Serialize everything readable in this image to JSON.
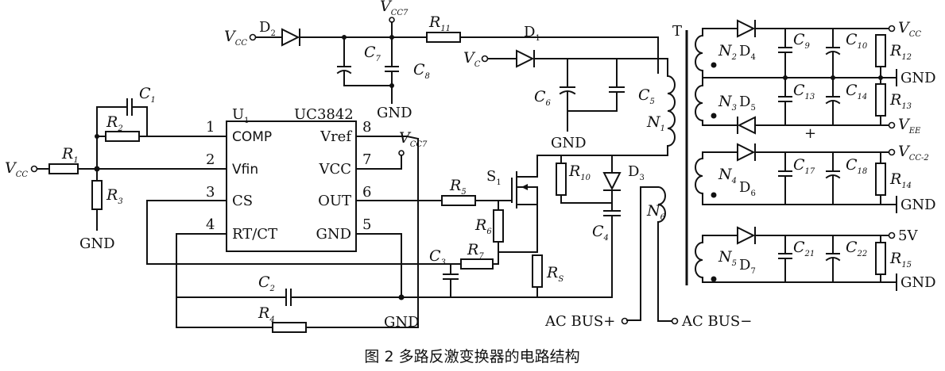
{
  "figure": {
    "caption": "图 2    多路反激变换器的电路结构"
  },
  "ic": {
    "name": "U",
    "name_sub": "1",
    "part": "UC3842",
    "pins": {
      "p1": {
        "num": "1",
        "label": "COMP"
      },
      "p2": {
        "num": "2",
        "label": "Vfin"
      },
      "p3": {
        "num": "3",
        "label": "CS"
      },
      "p4": {
        "num": "4",
        "label": "RT/CT"
      },
      "p5": {
        "num": "5",
        "label": "GND"
      },
      "p6": {
        "num": "6",
        "label": "OUT"
      },
      "p7": {
        "num": "7",
        "label": "VCC"
      },
      "p8": {
        "num": "8",
        "label": "Vref"
      }
    }
  },
  "labels": {
    "vcc_in": {
      "main": "V",
      "sub": "CC"
    },
    "vcc_d2": {
      "main": "V",
      "sub": "CC"
    },
    "vcc7_top": {
      "main": "V",
      "sub": "CC7"
    },
    "vcc7_ic": {
      "main": "V",
      "sub": "CC7"
    },
    "vc": {
      "main": "V",
      "sub": "C"
    },
    "out_vcc": {
      "main": "V",
      "sub": "CC"
    },
    "out_vee": {
      "main": "V",
      "sub": "EE"
    },
    "out_vcc2": {
      "main": "V",
      "sub": "CC-2"
    },
    "out_5v": "5V",
    "gnd": "GND",
    "ac_bus_pos": "AC BUS+",
    "ac_bus_neg": "AC BUS−",
    "transformer": "T",
    "plus": "+"
  },
  "components": {
    "R1": {
      "main": "R",
      "sub": "1"
    },
    "R2": {
      "main": "R",
      "sub": "2"
    },
    "R3": {
      "main": "R",
      "sub": "3"
    },
    "R4": {
      "main": "R",
      "sub": "4"
    },
    "R5": {
      "main": "R",
      "sub": "5"
    },
    "R6": {
      "main": "R",
      "sub": "6"
    },
    "R7": {
      "main": "R",
      "sub": "7"
    },
    "R10": {
      "main": "R",
      "sub": "10"
    },
    "R11": {
      "main": "R",
      "sub": "11"
    },
    "R12": {
      "main": "R",
      "sub": "12"
    },
    "R13": {
      "main": "R",
      "sub": "13"
    },
    "R14": {
      "main": "R",
      "sub": "14"
    },
    "R15": {
      "main": "R",
      "sub": "15"
    },
    "RS": {
      "main": "R",
      "sub": "S"
    },
    "C1": {
      "main": "C",
      "sub": "1"
    },
    "C2": {
      "main": "C",
      "sub": "2"
    },
    "C3": {
      "main": "C",
      "sub": "3"
    },
    "C4": {
      "main": "C",
      "sub": "4"
    },
    "C5": {
      "main": "C",
      "sub": "5"
    },
    "C6": {
      "main": "C",
      "sub": "6"
    },
    "C7": {
      "main": "C",
      "sub": "7"
    },
    "C8": {
      "main": "C",
      "sub": "8"
    },
    "C9": {
      "main": "C",
      "sub": "9"
    },
    "C10": {
      "main": "C",
      "sub": "10"
    },
    "C13": {
      "main": "C",
      "sub": "13"
    },
    "C14": {
      "main": "C",
      "sub": "14"
    },
    "C17": {
      "main": "C",
      "sub": "17"
    },
    "C18": {
      "main": "C",
      "sub": "18"
    },
    "C21": {
      "main": "C",
      "sub": "21"
    },
    "C22": {
      "main": "C",
      "sub": "22"
    },
    "D1": {
      "main": "D",
      "sub": "1"
    },
    "D2": {
      "main": "D",
      "sub": "2"
    },
    "D3": {
      "main": "D",
      "sub": "3"
    },
    "D4": {
      "main": "D",
      "sub": "4"
    },
    "D5": {
      "main": "D",
      "sub": "5"
    },
    "D6": {
      "main": "D",
      "sub": "6"
    },
    "D7": {
      "main": "D",
      "sub": "7"
    },
    "S1": {
      "main": "S",
      "sub": "1"
    },
    "N1": {
      "main": "N",
      "sub": "1"
    },
    "N2": {
      "main": "N",
      "sub": "2"
    },
    "N3": {
      "main": "N",
      "sub": "3"
    },
    "N4": {
      "main": "N",
      "sub": "4"
    },
    "N5": {
      "main": "N",
      "sub": "5"
    },
    "N6": {
      "main": "N",
      "sub": "6"
    }
  }
}
